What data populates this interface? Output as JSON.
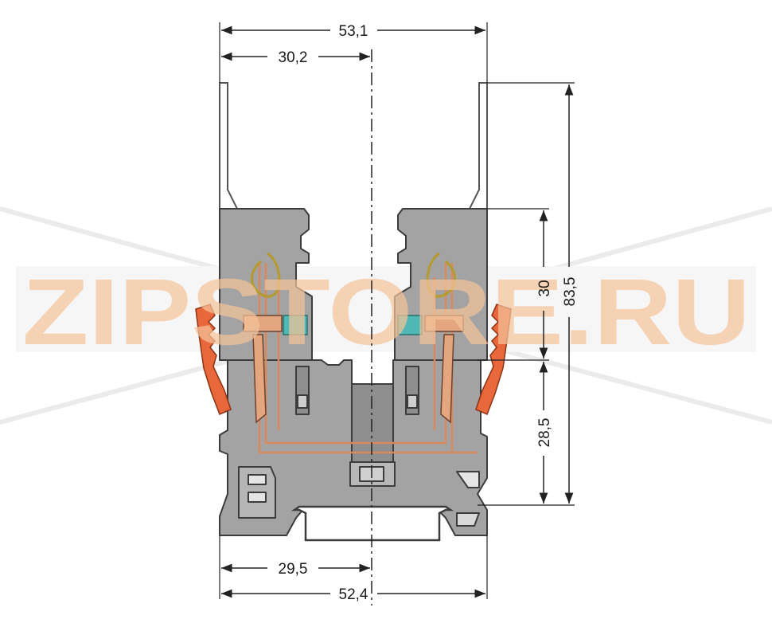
{
  "dimensions": {
    "top_total_width": "53,1",
    "top_half_width": "30,2",
    "bottom_half_width": "29,5",
    "bottom_total_width": "52,4",
    "right_upper_height": "30",
    "right_lower_height": "28,5",
    "right_total_height": "83,5"
  },
  "watermark": {
    "text": "ZIPSTORE.RU"
  },
  "colors": {
    "housing": "#a3a3a3",
    "housing_dark": "#7d7d7d",
    "outline": "#3c3c3c",
    "copper": "#e3a67f",
    "lever": "#e8673b",
    "spring": "#c9b24a",
    "teal_marker": "#4fb8b4",
    "watermark_fill": "#f4c49a"
  }
}
